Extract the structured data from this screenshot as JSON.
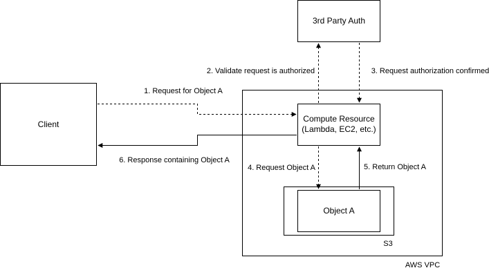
{
  "nodes": {
    "client": {
      "label": "Client"
    },
    "auth": {
      "label": "3rd Party Auth"
    },
    "compute": {
      "line1": "Compute Resource",
      "line2": "(Lambda, EC2, etc.)"
    },
    "object": {
      "label": "Object A"
    }
  },
  "groups": {
    "vpc": {
      "label": "AWS VPC"
    },
    "s3": {
      "label": "S3"
    }
  },
  "edges": {
    "e1": {
      "label": "1. Request for Object A",
      "style": "dashed"
    },
    "e2": {
      "label": "2. Validate request is authorized",
      "style": "dashed"
    },
    "e3": {
      "label": "3. Request authorization confirmed",
      "style": "dashed"
    },
    "e4": {
      "label": "4. Request Object A",
      "style": "dashed"
    },
    "e5": {
      "label": "5. Return Object A",
      "style": "solid"
    },
    "e6": {
      "label": "6. Response containing Object A",
      "style": "solid"
    }
  },
  "colors": {
    "stroke": "#000000",
    "background": "#ffffff"
  }
}
